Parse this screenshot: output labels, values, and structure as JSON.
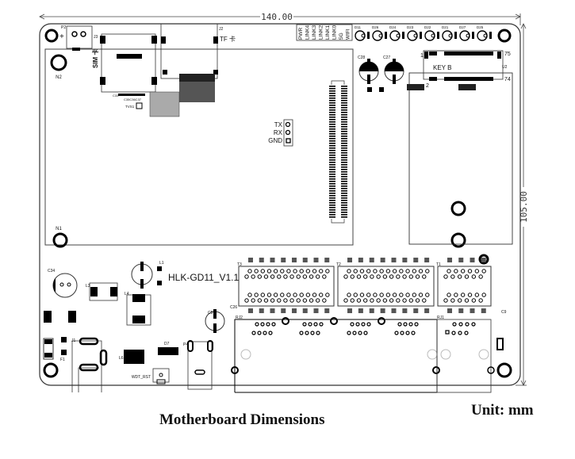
{
  "title": "Motherboard Dimensions",
  "unit_label": "Unit: mm",
  "dimensions": {
    "width_label": "140.00",
    "height_label": "105.00"
  },
  "board": {
    "model": "HLK-GD11_V1.1",
    "mount_holes": [
      "N1",
      "N2"
    ],
    "labels": {
      "sim": "SIM 卡",
      "tf": "TF 卡",
      "key": "KEY B",
      "u2": "U2",
      "m2_pin_1": "1",
      "m2_pin_2": "2",
      "m2_pin_74": "74",
      "m2_pin_75": "75",
      "p2": "P2",
      "plus": "+",
      "j1": "J1",
      "j2": "J2",
      "j3": "J3",
      "p4": "P4",
      "rj1": "RJ1",
      "rj2": "RJ2",
      "t1": "T1",
      "t2": "T2",
      "t3": "T3",
      "c34": "C34",
      "c27": "C27",
      "c28": "C28",
      "c57": "C57",
      "c9": "C9",
      "c26": "C26",
      "c47": "C47",
      "l1": "L1",
      "l2": "L2",
      "l3": "L3",
      "l4": "L4",
      "l6": "L6",
      "d7": "D7",
      "f1": "F1",
      "tvs1": "TVS1",
      "wdt_rst": "WDT_RST",
      "c33": "C33",
      "c35": "C35C36C37"
    },
    "uart": [
      "TX",
      "RX",
      "GND"
    ],
    "led_labels": [
      "PWR",
      "LINK4",
      "LINK3",
      "LINK2",
      "LINK1",
      "LINK0",
      "5G",
      "WIFI"
    ],
    "leds": [
      "D11",
      "D26",
      "D24",
      "D23",
      "D22",
      "D21",
      "D27",
      "D25"
    ]
  }
}
